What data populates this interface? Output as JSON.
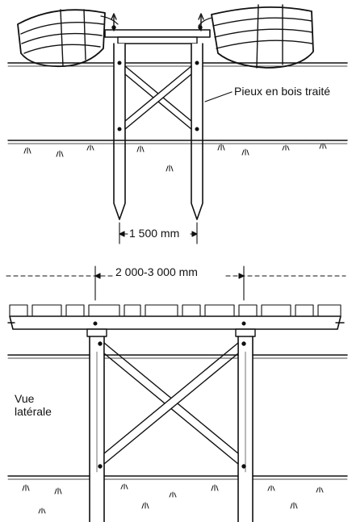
{
  "labels": {
    "pile": "Pieux en bois traité",
    "width_front": "1 500 mm",
    "span_side": "2 000-3 000 mm",
    "side_view_line1": "Vue",
    "side_view_line2": "latérale"
  },
  "icons": {
    "boat_left": "rowboat-icon",
    "boat_right": "rowboat-icon",
    "grass": "grass-tuft-icon"
  },
  "colors": {
    "ink": "#111111",
    "paper": "#ffffff"
  }
}
